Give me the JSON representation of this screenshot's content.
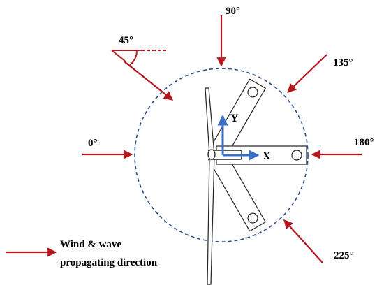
{
  "diagram": {
    "angle_labels": {
      "a0": "0°",
      "a45": "45°",
      "a90": "90°",
      "a135": "135°",
      "a180": "180°",
      "a225": "225°"
    },
    "axis_labels": {
      "x": "X",
      "y": "Y"
    },
    "legend": {
      "line1": "Wind & wave",
      "line2": "propagating direction"
    },
    "colors": {
      "arrow": "#b5171e",
      "circle": "#2b4f8f",
      "axis": "#3a6fc4",
      "structure": "#222222"
    }
  }
}
